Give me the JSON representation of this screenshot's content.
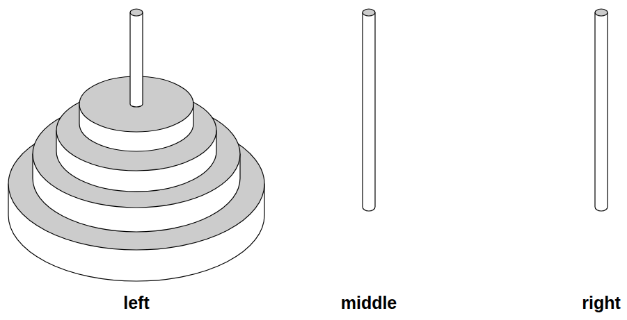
{
  "diagram": {
    "labels": [
      "left",
      "middle",
      "right"
    ]
  }
}
